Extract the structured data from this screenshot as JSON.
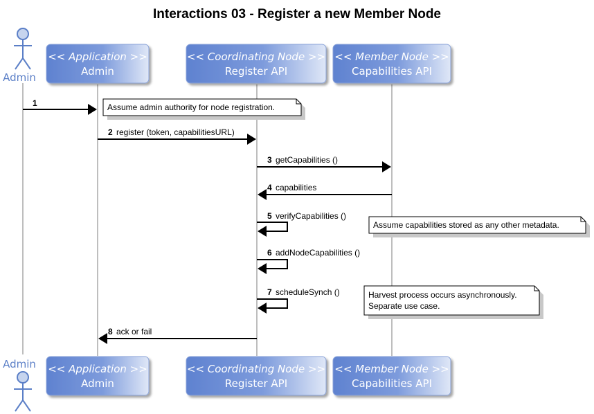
{
  "title": "Interactions 03 - Register a new Member Node",
  "actor": {
    "label": "Admin"
  },
  "participants": [
    {
      "stereotype": "<< Application >>",
      "name": "Admin"
    },
    {
      "stereotype": "<< Coordinating Node >>",
      "name": "Register API"
    },
    {
      "stereotype": "<< Member Node >>",
      "name": "Capabilities API"
    }
  ],
  "messages": [
    {
      "num": "1",
      "text": ""
    },
    {
      "num": "2",
      "text": "register (token, capabilitiesURL)"
    },
    {
      "num": "3",
      "text": "getCapabilities ()"
    },
    {
      "num": "4",
      "text": "capabilities"
    },
    {
      "num": "5",
      "text": "verifyCapabilities ()"
    },
    {
      "num": "6",
      "text": "addNodeCapabilities ()"
    },
    {
      "num": "7",
      "text": "scheduleSynch ()"
    },
    {
      "num": "8",
      "text": "ack or fail"
    }
  ],
  "notes": [
    {
      "lines": [
        "Assume admin authority for node registration."
      ]
    },
    {
      "lines": [
        "Assume capabilities stored as any other metadata."
      ]
    },
    {
      "lines": [
        "Harvest process occurs asynchronously.",
        "Separate use case."
      ]
    }
  ],
  "colors": {
    "participant_fill_start": "#6e8fd6",
    "participant_fill_end": "#d5e0f5",
    "actor_stroke": "#5b7fc7",
    "actor_fill": "#c6d4ee",
    "lifeline": "#a8a8a8",
    "arrow": "#000000",
    "note_fill": "#ffffff",
    "note_shadow": "#c8c8c8"
  }
}
